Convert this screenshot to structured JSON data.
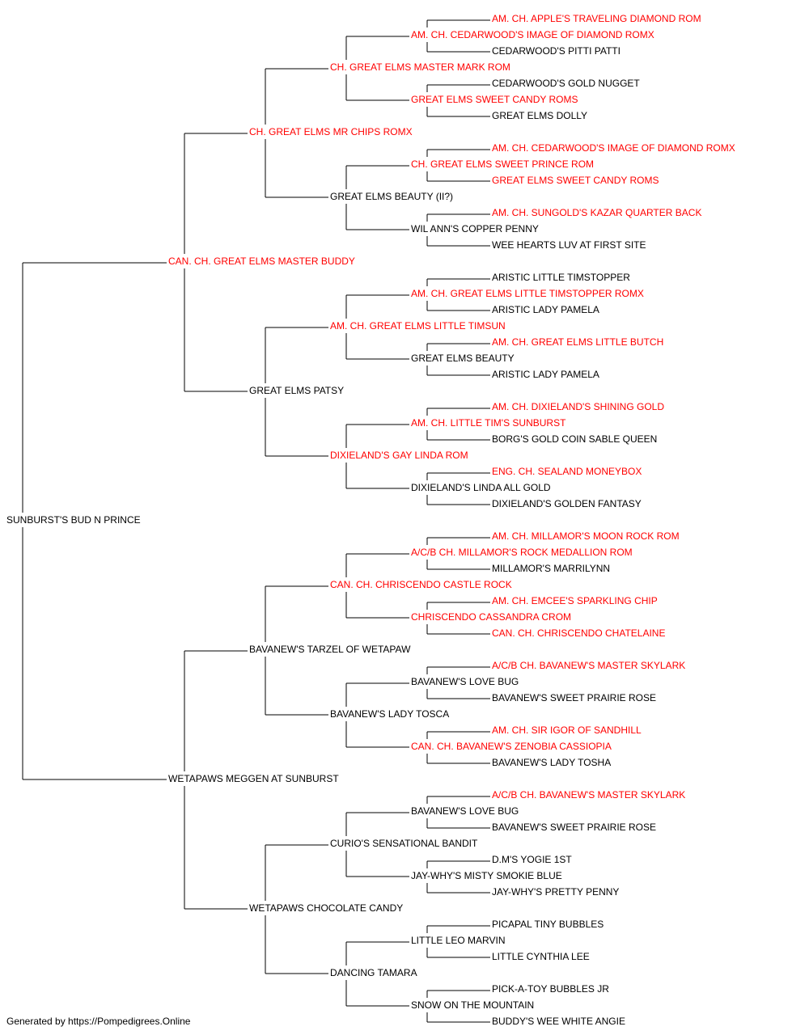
{
  "colors": {
    "champion": "#ff0000",
    "normal": "#000000",
    "line": "#000000"
  },
  "footer": "Generated by https://Pompedigrees.Online",
  "pedigree": {
    "name": "SUNBURST'S BUD N PRINCE",
    "champion": false,
    "parents": [
      {
        "name": "CAN. CH. GREAT ELMS MASTER BUDDY",
        "champion": true,
        "parents": [
          {
            "name": "CH. GREAT ELMS MR CHIPS ROMX",
            "champion": true,
            "parents": [
              {
                "name": "CH. GREAT ELMS MASTER MARK ROM",
                "champion": true,
                "parents": [
                  {
                    "name": "AM. CH. CEDARWOOD'S IMAGE OF DIAMOND ROMX",
                    "champion": true,
                    "parents": [
                      {
                        "name": "AM. CH. APPLE'S TRAVELING DIAMOND ROM",
                        "champion": true
                      },
                      {
                        "name": "CEDARWOOD'S PITTI PATTI",
                        "champion": false
                      }
                    ]
                  },
                  {
                    "name": "GREAT ELMS SWEET CANDY ROMS",
                    "champion": true,
                    "parents": [
                      {
                        "name": "CEDARWOOD'S GOLD NUGGET",
                        "champion": false
                      },
                      {
                        "name": "GREAT ELMS DOLLY",
                        "champion": false
                      }
                    ]
                  }
                ]
              },
              {
                "name": "GREAT ELMS BEAUTY (II?)",
                "champion": false,
                "parents": [
                  {
                    "name": "CH. GREAT ELMS SWEET PRINCE ROM",
                    "champion": true,
                    "parents": [
                      {
                        "name": "AM. CH. CEDARWOOD'S IMAGE OF DIAMOND ROMX",
                        "champion": true
                      },
                      {
                        "name": "GREAT ELMS SWEET CANDY ROMS",
                        "champion": true
                      }
                    ]
                  },
                  {
                    "name": "WIL ANN'S COPPER PENNY",
                    "champion": false,
                    "parents": [
                      {
                        "name": "AM. CH. SUNGOLD'S KAZAR QUARTER BACK",
                        "champion": true
                      },
                      {
                        "name": "WEE HEARTS LUV AT FIRST SITE",
                        "champion": false
                      }
                    ]
                  }
                ]
              }
            ]
          },
          {
            "name": "GREAT ELMS PATSY",
            "champion": false,
            "parents": [
              {
                "name": "AM. CH. GREAT ELMS LITTLE TIMSUN",
                "champion": true,
                "parents": [
                  {
                    "name": "AM. CH. GREAT ELMS LITTLE TIMSTOPPER ROMX",
                    "champion": true,
                    "parents": [
                      {
                        "name": "ARISTIC LITTLE TIMSTOPPER",
                        "champion": false
                      },
                      {
                        "name": "ARISTIC LADY PAMELA",
                        "champion": false
                      }
                    ]
                  },
                  {
                    "name": "GREAT ELMS BEAUTY",
                    "champion": false,
                    "parents": [
                      {
                        "name": "AM. CH. GREAT ELMS LITTLE BUTCH",
                        "champion": true
                      },
                      {
                        "name": "ARISTIC LADY PAMELA",
                        "champion": false
                      }
                    ]
                  }
                ]
              },
              {
                "name": "DIXIELAND'S GAY LINDA ROM",
                "champion": true,
                "parents": [
                  {
                    "name": "AM. CH. LITTLE TIM'S SUNBURST",
                    "champion": true,
                    "parents": [
                      {
                        "name": "AM. CH. DIXIELAND'S SHINING GOLD",
                        "champion": true
                      },
                      {
                        "name": "BORG'S GOLD COIN SABLE QUEEN",
                        "champion": false
                      }
                    ]
                  },
                  {
                    "name": "DIXIELAND'S LINDA ALL GOLD",
                    "champion": false,
                    "parents": [
                      {
                        "name": "ENG. CH. SEALAND MONEYBOX",
                        "champion": true
                      },
                      {
                        "name": "DIXIELAND'S GOLDEN FANTASY",
                        "champion": false
                      }
                    ]
                  }
                ]
              }
            ]
          }
        ]
      },
      {
        "name": "WETAPAWS MEGGEN AT SUNBURST",
        "champion": false,
        "parents": [
          {
            "name": "BAVANEW'S TARZEL OF WETAPAW",
            "champion": false,
            "parents": [
              {
                "name": "CAN. CH. CHRISCENDO CASTLE ROCK",
                "champion": true,
                "parents": [
                  {
                    "name": "A/C/B CH. MILLAMOR'S ROCK MEDALLION ROM",
                    "champion": true,
                    "parents": [
                      {
                        "name": "AM. CH. MILLAMOR'S MOON ROCK ROM",
                        "champion": true
                      },
                      {
                        "name": "MILLAMOR'S MARRILYNN",
                        "champion": false
                      }
                    ]
                  },
                  {
                    "name": "CHRISCENDO CASSANDRA CROM",
                    "champion": true,
                    "parents": [
                      {
                        "name": "AM. CH. EMCEE'S SPARKLING CHIP",
                        "champion": true
                      },
                      {
                        "name": "CAN. CH. CHRISCENDO CHATELAINE",
                        "champion": true
                      }
                    ]
                  }
                ]
              },
              {
                "name": "BAVANEW'S LADY TOSCA",
                "champion": false,
                "parents": [
                  {
                    "name": "BAVANEW'S LOVE BUG",
                    "champion": false,
                    "parents": [
                      {
                        "name": "A/C/B CH. BAVANEW'S MASTER SKYLARK",
                        "champion": true
                      },
                      {
                        "name": "BAVANEW'S SWEET PRAIRIE ROSE",
                        "champion": false
                      }
                    ]
                  },
                  {
                    "name": "CAN. CH. BAVANEW'S ZENOBIA CASSIOPIA",
                    "champion": true,
                    "parents": [
                      {
                        "name": "AM. CH. SIR IGOR OF SANDHILL",
                        "champion": true
                      },
                      {
                        "name": "BAVANEW'S LADY TOSHA",
                        "champion": false
                      }
                    ]
                  }
                ]
              }
            ]
          },
          {
            "name": "WETAPAWS CHOCOLATE CANDY",
            "champion": false,
            "parents": [
              {
                "name": "CURIO'S SENSATIONAL BANDIT",
                "champion": false,
                "parents": [
                  {
                    "name": "BAVANEW'S LOVE BUG",
                    "champion": false,
                    "parents": [
                      {
                        "name": "A/C/B CH. BAVANEW'S MASTER SKYLARK",
                        "champion": true
                      },
                      {
                        "name": "BAVANEW'S SWEET PRAIRIE ROSE",
                        "champion": false
                      }
                    ]
                  },
                  {
                    "name": "JAY-WHY'S MISTY SMOKIE BLUE",
                    "champion": false,
                    "parents": [
                      {
                        "name": "D.M'S YOGIE 1ST",
                        "champion": false
                      },
                      {
                        "name": "JAY-WHY'S PRETTY PENNY",
                        "champion": false
                      }
                    ]
                  }
                ]
              },
              {
                "name": "DANCING TAMARA",
                "champion": false,
                "parents": [
                  {
                    "name": "LITTLE LEO MARVIN",
                    "champion": false,
                    "parents": [
                      {
                        "name": "PICAPAL TINY BUBBLES",
                        "champion": false
                      },
                      {
                        "name": "LITTLE CYNTHIA LEE",
                        "champion": false
                      }
                    ]
                  },
                  {
                    "name": "SNOW ON THE MOUNTAIN",
                    "champion": false,
                    "parents": [
                      {
                        "name": "PICK-A-TOY BUBBLES JR",
                        "champion": false
                      },
                      {
                        "name": "BUDDY'S WEE WHITE ANGIE",
                        "champion": false
                      }
                    ]
                  }
                ]
              }
            ]
          }
        ]
      }
    ]
  }
}
